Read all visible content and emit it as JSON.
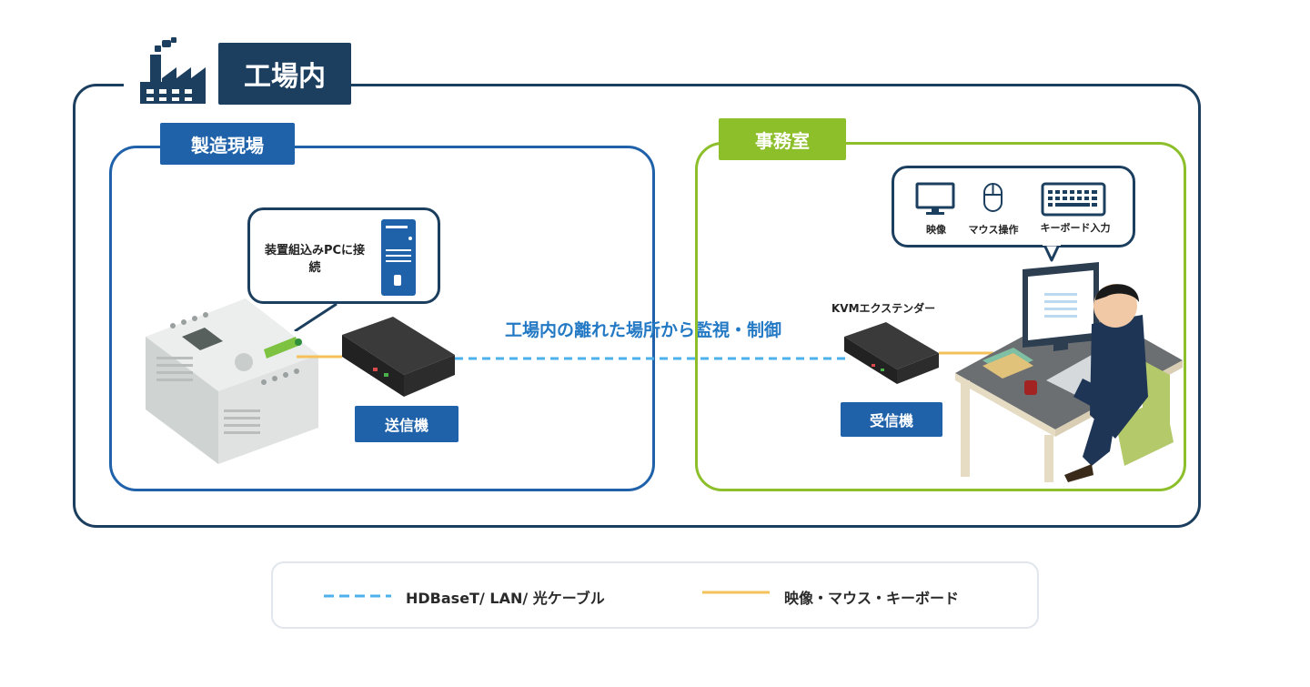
{
  "factory": {
    "title": "工場内",
    "icon": "factory-icon"
  },
  "manufacturing_site": {
    "title": "製造現場",
    "callout": {
      "text": "装置組込みPCに接続",
      "icon": "server-tower-icon"
    },
    "device_label": "送信機"
  },
  "office": {
    "title": "事務室",
    "callout_items": [
      {
        "label": "映像",
        "icon": "monitor-icon"
      },
      {
        "label": "マウス操作",
        "icon": "mouse-icon"
      },
      {
        "label": "キーボード入力",
        "icon": "keyboard-icon"
      }
    ],
    "device_caption": "KVMエクステンダー",
    "device_label": "受信機"
  },
  "connection_caption": "工場内の離れた場所から監視・制御",
  "legend": {
    "items": [
      {
        "label": "HDBaseT/ LAN/ 光ケーブル",
        "style": "dashed",
        "color": "#4db2ec"
      },
      {
        "label": "映像・マウス・キーボード",
        "style": "solid",
        "color": "#f5c15a"
      }
    ]
  },
  "colors": {
    "navy": "#1d3f5f",
    "blue": "#1f62aa",
    "green": "#8cbf2a",
    "dash_blue": "#4db2ec",
    "orange": "#f5c15a"
  }
}
